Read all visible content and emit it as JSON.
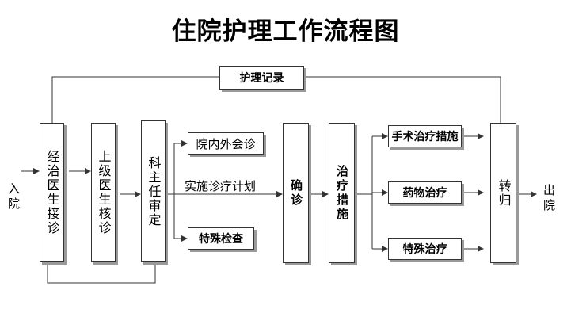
{
  "title": "住院护理工作流程图",
  "labels": {
    "record": "护理记录",
    "admit": "入院",
    "discharge": "出院",
    "plan": "实施诊疗计划"
  },
  "boxes": {
    "diagnosis": "经治医生接诊",
    "superior": "上级医生核诊",
    "chief": "科主任审定",
    "consult": "院内外会诊",
    "special_exam": "特殊检查",
    "confirm": "确诊",
    "treatment": "治疗措施",
    "surgery": "手术治疗措施",
    "drug": "药物治疗",
    "special_treat": "特殊治疗",
    "transfer": "转归"
  }
}
